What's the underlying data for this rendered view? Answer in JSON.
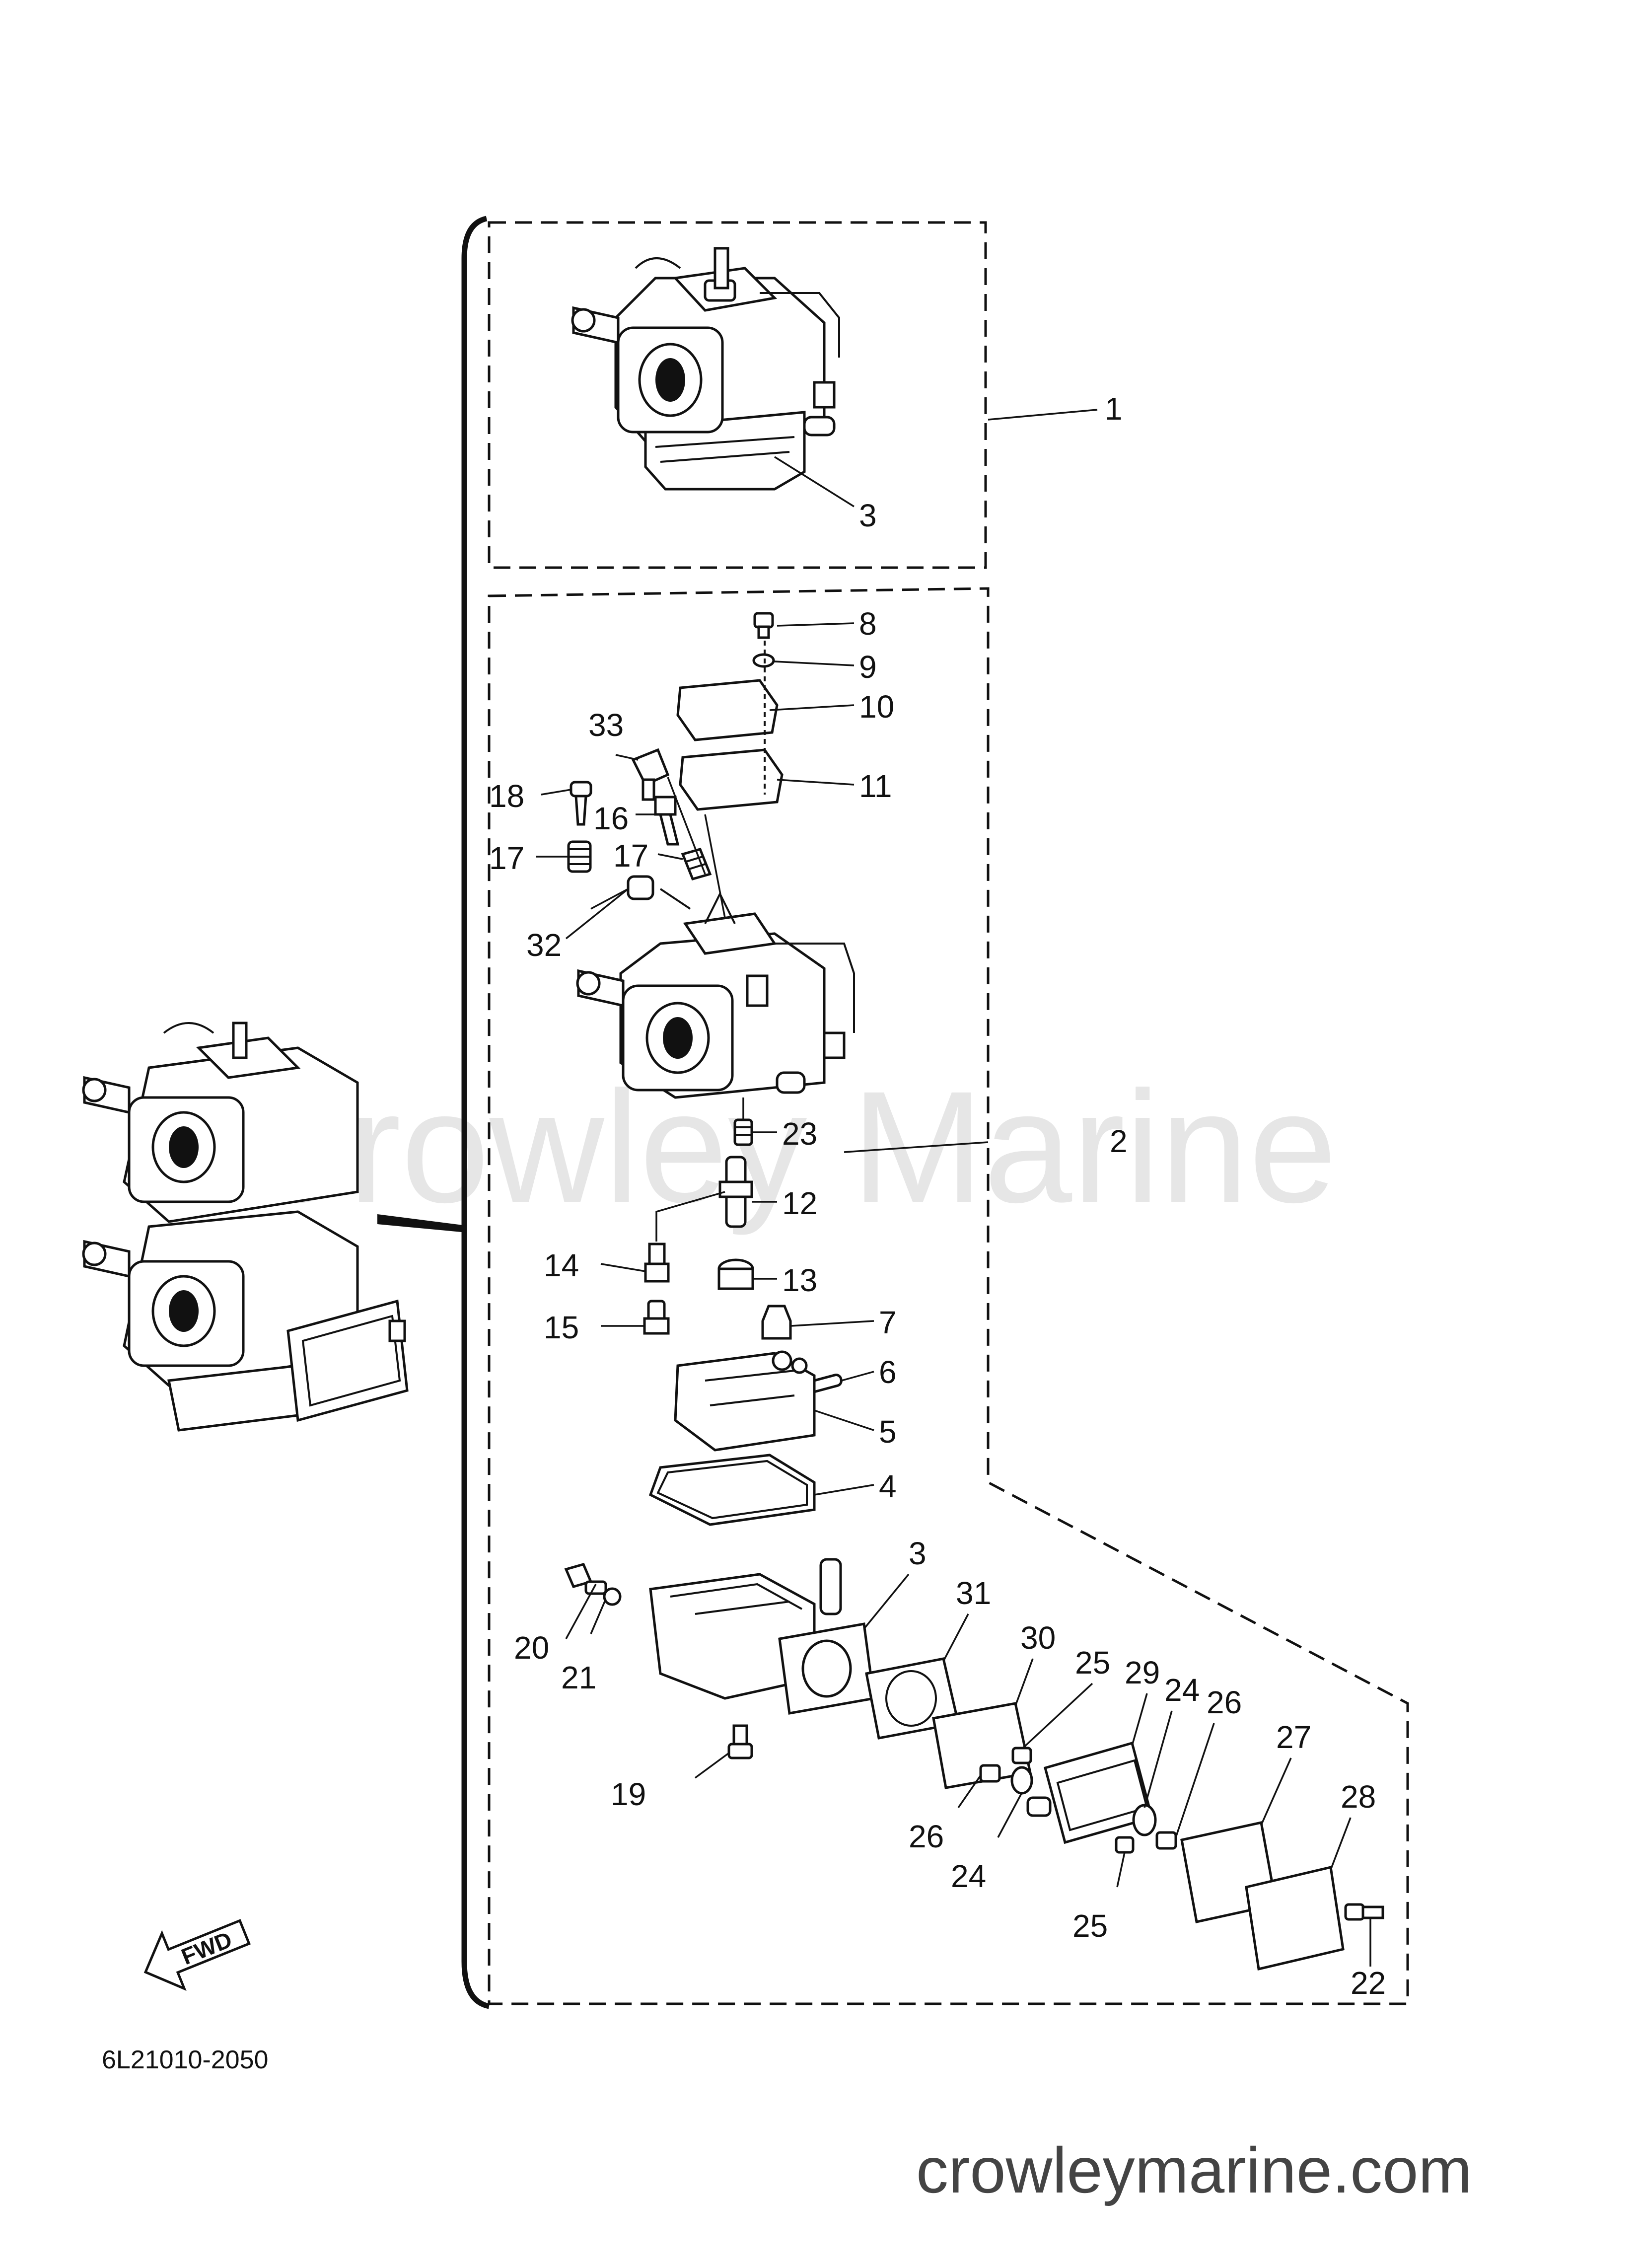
{
  "watermark": "Crowley Marine",
  "diagram_code": "6L21010-2050",
  "website": "crowleymarine.com",
  "fwd_label": "FWD",
  "callouts": {
    "c1": "1",
    "c2": "2",
    "c3a": "3",
    "c3b": "3",
    "c4": "4",
    "c5": "5",
    "c6": "6",
    "c7": "7",
    "c8": "8",
    "c9": "9",
    "c10": "10",
    "c11": "11",
    "c12": "12",
    "c13": "13",
    "c14": "14",
    "c15": "15",
    "c16": "16",
    "c17a": "17",
    "c17b": "17",
    "c18": "18",
    "c19": "19",
    "c20": "20",
    "c21": "21",
    "c22": "22",
    "c23": "23",
    "c24a": "24",
    "c24b": "24",
    "c25a": "25",
    "c25b": "25",
    "c26a": "26",
    "c26b": "26",
    "c27": "27",
    "c28": "28",
    "c29": "29",
    "c30": "30",
    "c31": "31",
    "c32": "32",
    "c33": "33"
  }
}
